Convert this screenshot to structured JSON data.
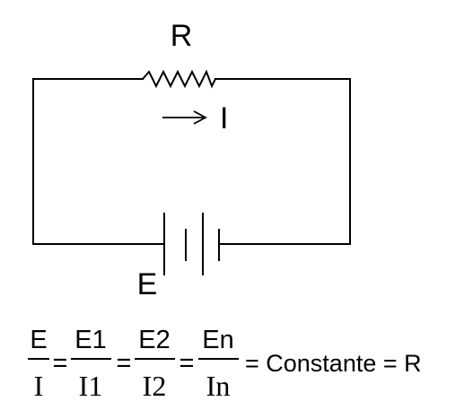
{
  "circuit": {
    "resistor_label": "R",
    "current_label": "I",
    "source_label": "E"
  },
  "equation": {
    "fractions": [
      {
        "numerator": "E",
        "denominator": "I"
      },
      {
        "numerator": "E1",
        "denominator": "I1"
      },
      {
        "numerator": "E2",
        "denominator": "I2"
      },
      {
        "numerator": "En",
        "denominator": "In"
      }
    ],
    "equals": "=",
    "tail": "= Constante = R"
  }
}
